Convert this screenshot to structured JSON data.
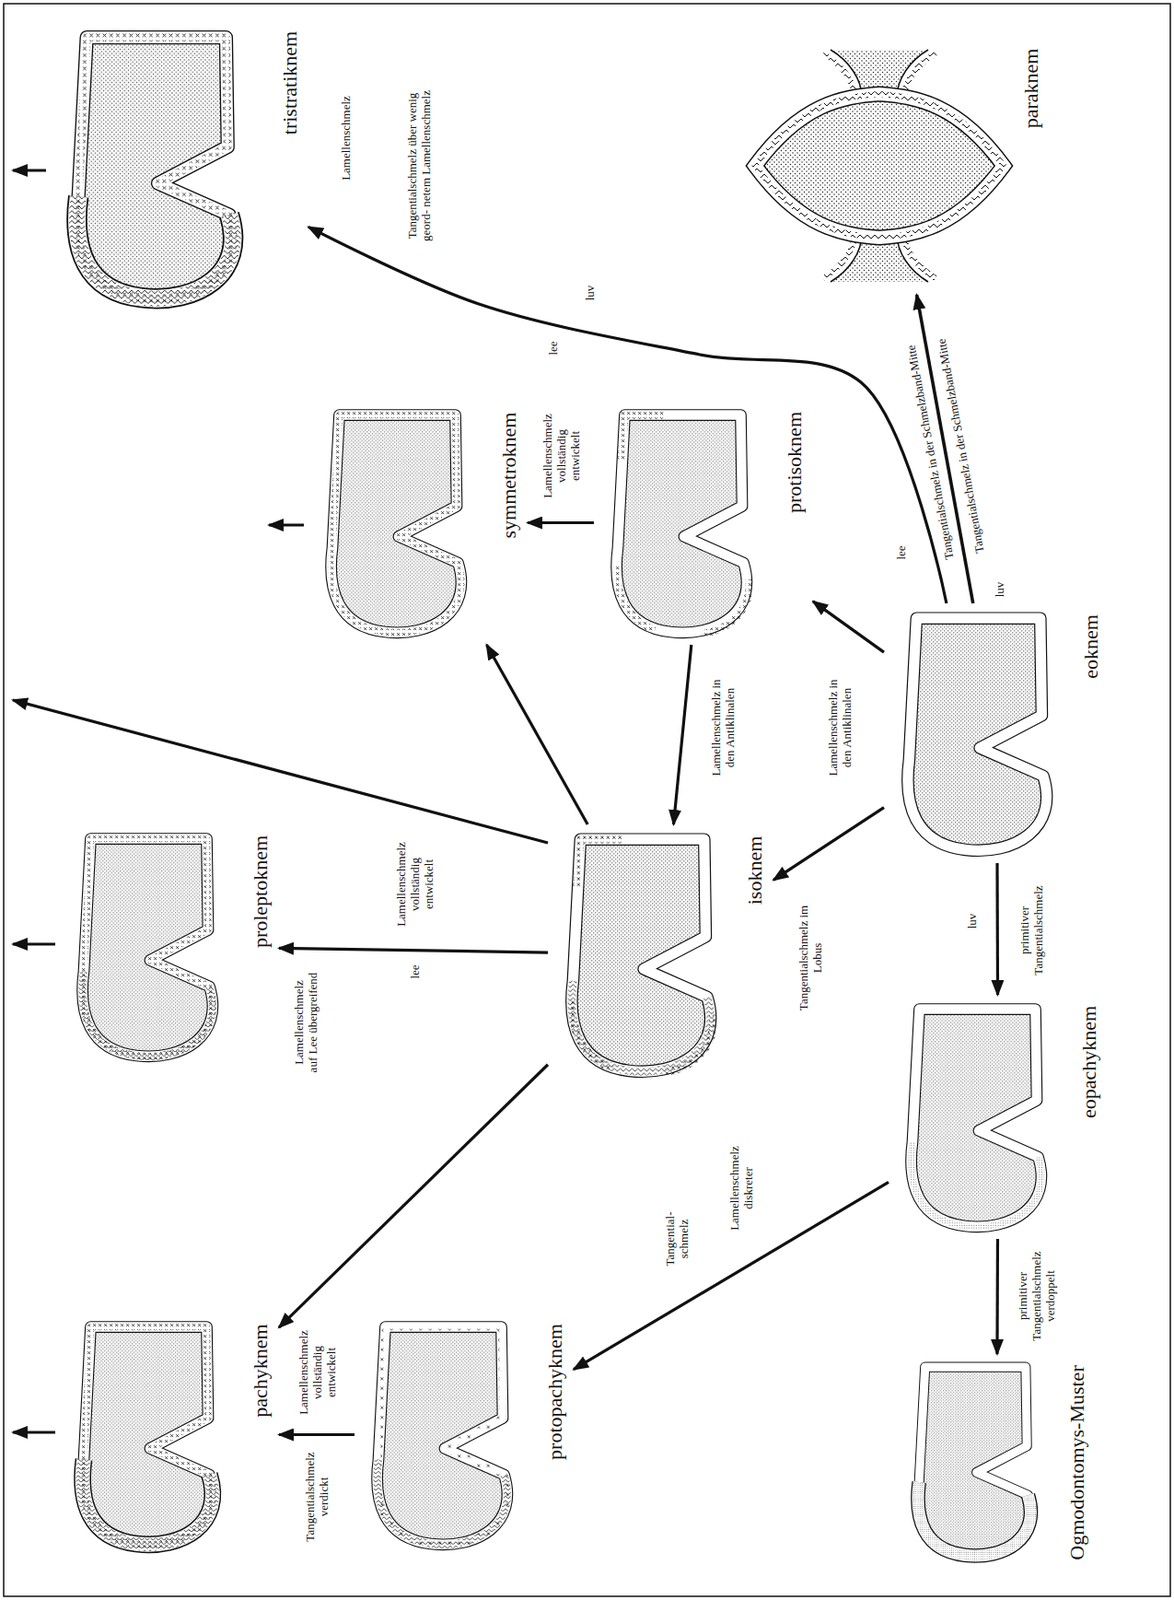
{
  "diagram": {
    "nodes": [
      {
        "text": [
          "tristratiknem"
        ]
      },
      {
        "text": [
          "paraknem"
        ]
      },
      {
        "text": [
          "symmetroknem"
        ]
      },
      {
        "text": [
          "protisoknem"
        ]
      },
      {
        "text": [
          "eoknem"
        ]
      },
      {
        "text": [
          "proleptoknem"
        ]
      },
      {
        "text": [
          "isoknem"
        ]
      },
      {
        "text": [
          "eopachyknem"
        ]
      },
      {
        "text": [
          "pachyknem"
        ]
      },
      {
        "text": [
          "protopachyknem"
        ]
      },
      {
        "text": [
          "Ogmodontomys-Muster"
        ]
      }
    ],
    "edges": [
      {
        "from": 4,
        "to": 0,
        "arrow": "to",
        "label": "Tangentialschmelz über wenig geord- netem Lamellenschmelz"
      },
      {
        "from": 4,
        "to": 1,
        "arrow": "to",
        "label": "Tangentialschmelz in der Schmelzband-Mitte"
      },
      {
        "from": 4,
        "to": 3,
        "arrow": "to",
        "label": "Lamellenschmelz in den Antiklinalen"
      },
      {
        "from": 4,
        "to": 6,
        "arrow": "to",
        "label": "Tangentialschmelz im Lobus"
      },
      {
        "from": 3,
        "to": 2,
        "arrow": "to",
        "label": "Lamellenschmelz vollständig entwickelt"
      },
      {
        "from": 3,
        "to": 6,
        "arrow": "to",
        "label": "Lamellenschmelz in den Antiklinalen"
      },
      {
        "from": 6,
        "to": 2,
        "arrow": "to"
      },
      {
        "from": 6,
        "to": 5,
        "arrow": "to",
        "label": "Lamellenschmelz vollständig entwickelt"
      },
      {
        "from": 6,
        "to": 8,
        "arrow": "to"
      },
      {
        "from": 4,
        "to": 7,
        "arrow": "to",
        "label": "primitiver Tangentialschmelz"
      },
      {
        "from": 7,
        "to": 9,
        "arrow": "to",
        "label": "Lamellenschmelz diskreter"
      },
      {
        "from": 7,
        "to": 10,
        "arrow": "to",
        "label": "primitiver Tangentialschmelz verdoppelt"
      },
      {
        "from": 9,
        "to": 8,
        "arrow": "to",
        "label": "Lamellenschmelz vollständig entwickelt"
      }
    ],
    "labels": [
      "Lamellenschmelz",
      "lee",
      "luv",
      "lee",
      "luv",
      "Tangentialschmelz in der Schmelzband-Mitte",
      "luv",
      "lee",
      "Lamellenschmelz auf Lee übergreifend",
      "Tangential- schmelz",
      "Tangentialschmelz verdickt"
    ]
  }
}
